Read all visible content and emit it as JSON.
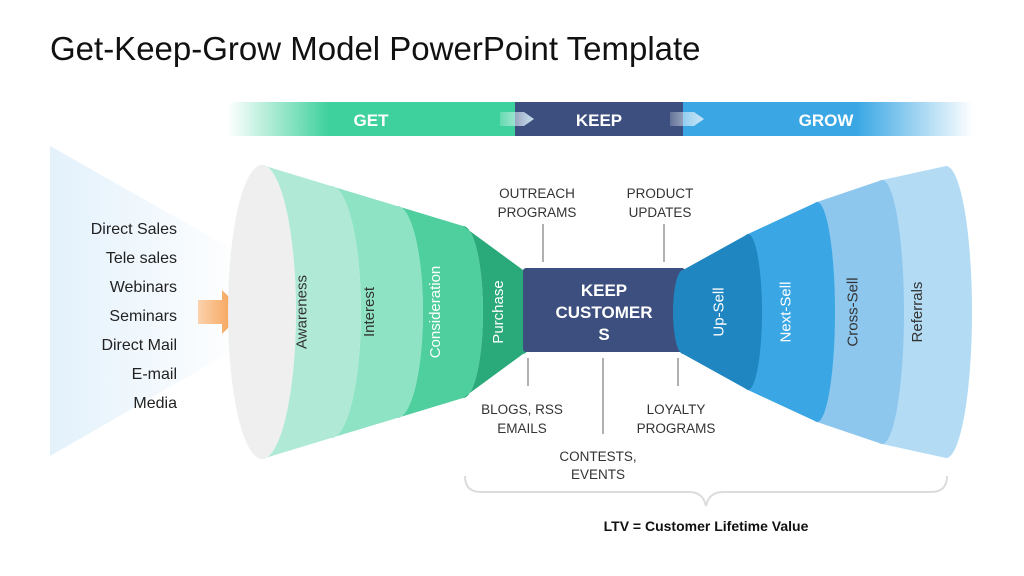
{
  "title": "Get-Keep-Grow Model PowerPoint Template",
  "header": {
    "get": "GET",
    "keep": "KEEP",
    "grow": "GROW"
  },
  "channels": [
    "Direct Sales",
    "Tele sales",
    "Webinars",
    "Seminars",
    "Direct Mail",
    "E-mail",
    "Media"
  ],
  "get_stages": [
    "Awareness",
    "Interest",
    "Consideration",
    "Purchase"
  ],
  "keep": {
    "center_lines": [
      "KEEP",
      "CUSTOMER",
      "S"
    ],
    "top_callouts": [
      [
        "OUTREACH",
        "PROGRAMS"
      ],
      [
        "PRODUCT",
        "UPDATES"
      ]
    ],
    "bottom_callouts": [
      [
        "BLOGS, RSS",
        "EMAILS"
      ],
      [
        "CONTESTS,",
        "EVENTS"
      ],
      [
        "LOYALTY",
        "PROGRAMS"
      ]
    ]
  },
  "grow_stages": [
    "Up-Sell",
    "Next-Sell",
    "Cross-Sell",
    "Referrals"
  ],
  "footer": "LTV = Customer Lifetime Value",
  "colors": {
    "get_bar": "#3fd19d",
    "keep_bar": "#3c4f7e",
    "grow_bar": "#3aa7e4",
    "get_stages": [
      "#b0ead6",
      "#8fe3c5",
      "#4fcf9e",
      "#2aa97a"
    ],
    "grow_stages": [
      "#1f86c2",
      "#3aa7e4",
      "#8ec7ee",
      "#b3dbf4"
    ],
    "arrow": "#f5a25d"
  }
}
